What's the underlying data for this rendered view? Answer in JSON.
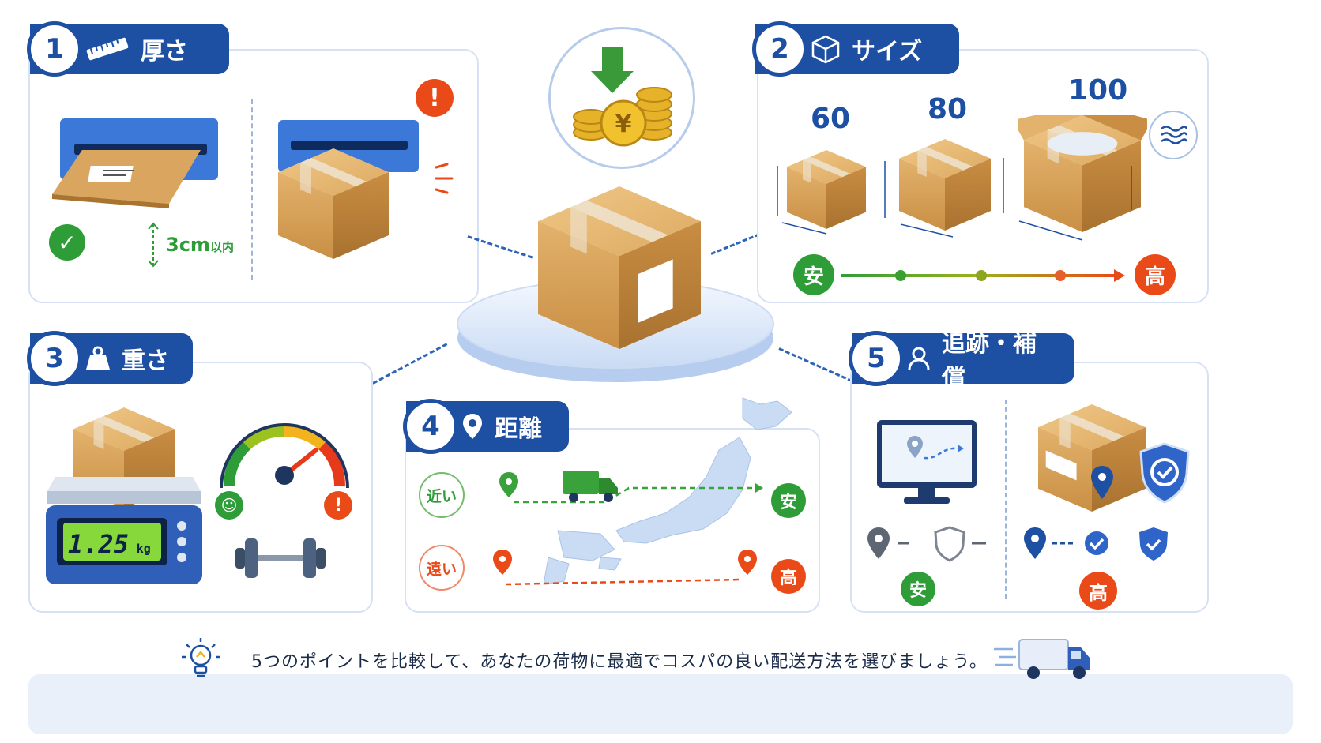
{
  "panels": {
    "thickness": {
      "number": "1",
      "title": "厚さ",
      "limit_value": "3cm",
      "limit_suffix": "以内"
    },
    "size": {
      "number": "2",
      "title": "サイズ",
      "sizes": [
        "60",
        "80",
        "100"
      ],
      "cheap": "安",
      "expensive": "高"
    },
    "weight": {
      "number": "3",
      "title": "重さ",
      "scale_value": "1.25",
      "scale_unit": "kg"
    },
    "distance": {
      "number": "4",
      "title": "距離",
      "near": "近い",
      "far": "遠い",
      "cheap": "安",
      "expensive": "高"
    },
    "tracking": {
      "number": "5",
      "title": "追跡・補償",
      "cheap": "安",
      "expensive": "高"
    }
  },
  "footer": {
    "text": "5つのポイントを比較して、あなたの荷物に最適でコスパの良い配送方法を選びましょう。"
  },
  "colors": {
    "brand_blue": "#1d4fa3",
    "cheap_green": "#2e9d38",
    "expensive_red": "#ea4a17",
    "box_brown": "#d9a55f"
  },
  "icons": [
    "ruler-icon",
    "cube-icon",
    "weight-icon",
    "map-pin-icon",
    "person-icon",
    "yen-coin-icon",
    "lightbulb-icon",
    "truck-icon",
    "shield-check-icon",
    "monitor-icon",
    "dumbbell-icon",
    "gauge-icon"
  ]
}
